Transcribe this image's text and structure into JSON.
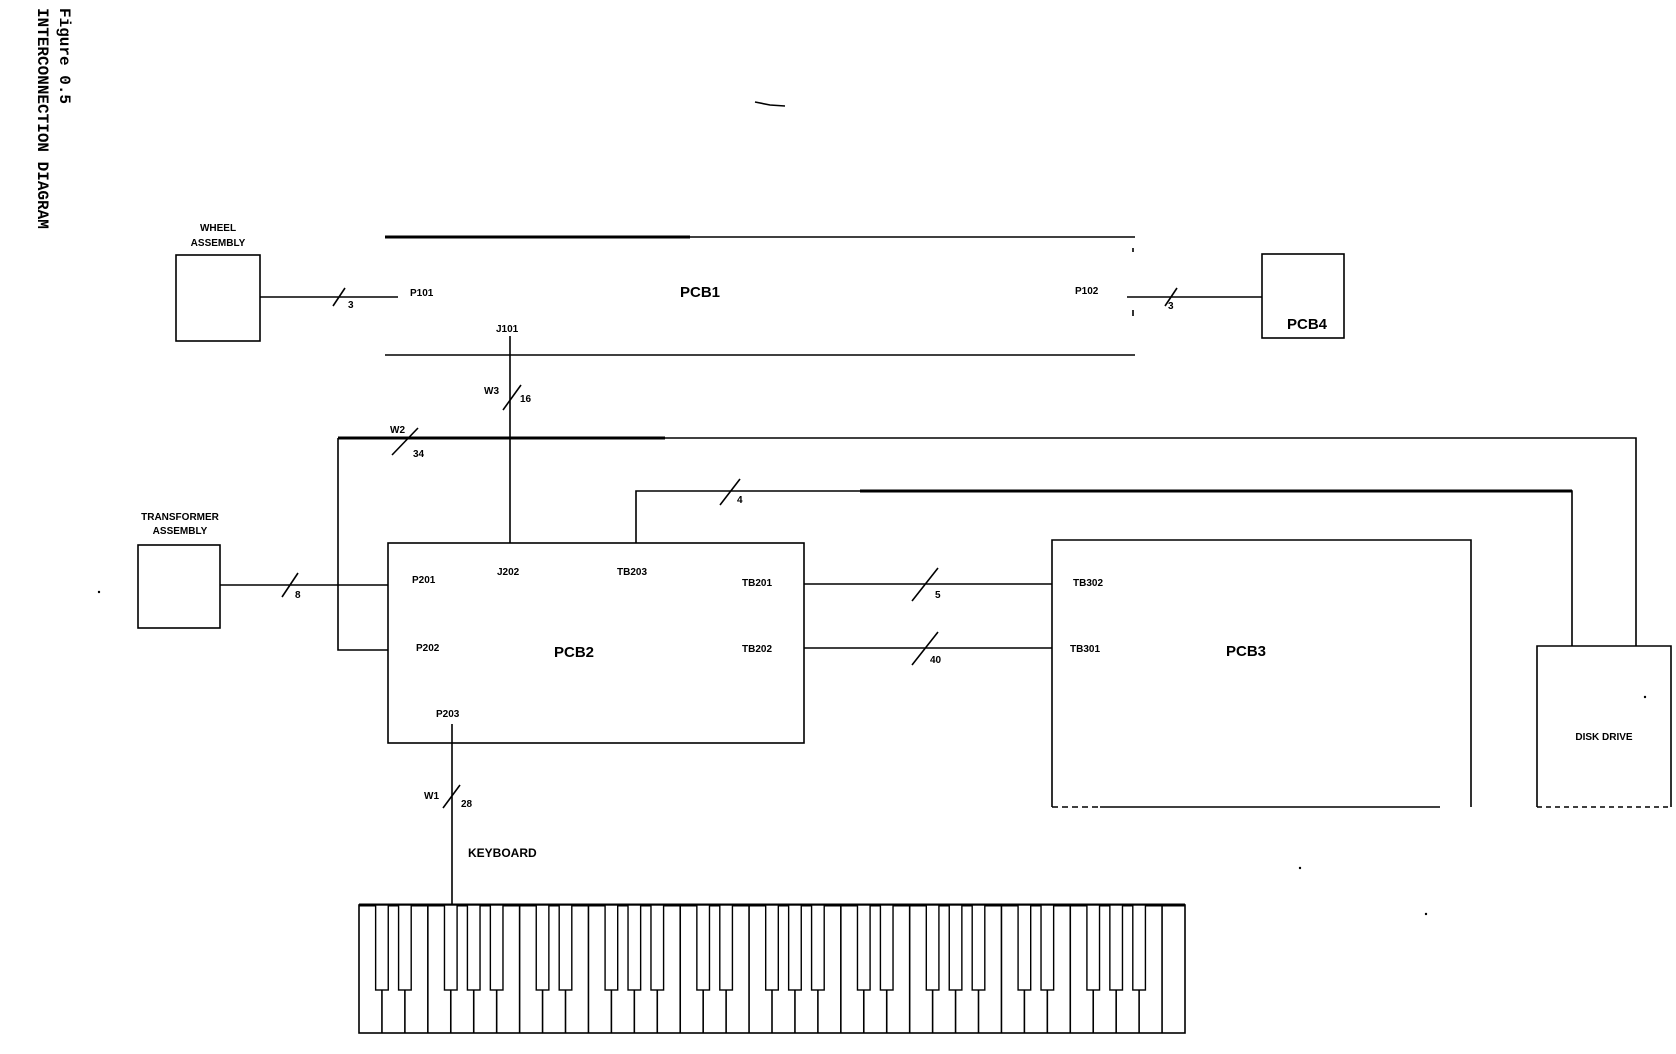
{
  "caption": {
    "figure": "Figure 0.5",
    "title": "INTERCONNECTION DIAGRAM"
  },
  "components": {
    "wheel_assembly": {
      "line1": "WHEEL",
      "line2": "ASSEMBLY"
    },
    "pcb1": "PCB1",
    "pcb2": "PCB2",
    "pcb3": "PCB3",
    "pcb4": "PCB4",
    "transformer": {
      "line1": "TRANSFORMER",
      "line2": "ASSEMBLY"
    },
    "disk_drive": "DISK DRIVE",
    "keyboard": "KEYBOARD"
  },
  "connectors": {
    "p101": "P101",
    "p102": "P102",
    "j101": "J101",
    "p201": "P201",
    "p202": "P202",
    "p203": "P203",
    "j202": "J202",
    "tb203": "TB203",
    "tb201": "TB201",
    "tb202": "TB202",
    "tb302": "TB302",
    "tb301": "TB301"
  },
  "wires": {
    "wheel_count": "3",
    "pcb4_count": "3",
    "w3": "W3",
    "w3_count": "16",
    "w2": "W2",
    "w2_count": "34",
    "disk_count": "4",
    "transformer_count": "8",
    "tb201_count": "5",
    "tb202_count": "40",
    "w1": "W1",
    "w1_count": "28"
  }
}
